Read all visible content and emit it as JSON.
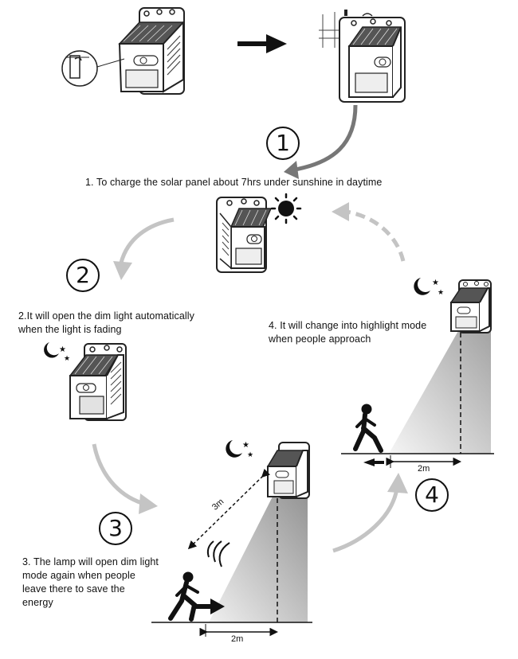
{
  "steps": [
    {
      "number": "1",
      "caption": "1. To charge the solar panel about 7hrs under sunshine in daytime"
    },
    {
      "number": "2",
      "caption": "2.It will open the dim light automatically\nwhen the light is fading"
    },
    {
      "number": "3",
      "caption": "3. The lamp will open dim light\n   mode again when people\n   leave there to save the\n   energy"
    },
    {
      "number": "4",
      "caption": "4. It will change into highlight mode\n   when people approach"
    }
  ],
  "distances": {
    "step3_slant": "3m",
    "step3_ground": "2m",
    "step4_ground": "2m"
  },
  "icons": [
    "sun-icon",
    "moon-stars-icon",
    "running-person-icon",
    "solar-lamp-icon",
    "flow-arrow-icon"
  ]
}
